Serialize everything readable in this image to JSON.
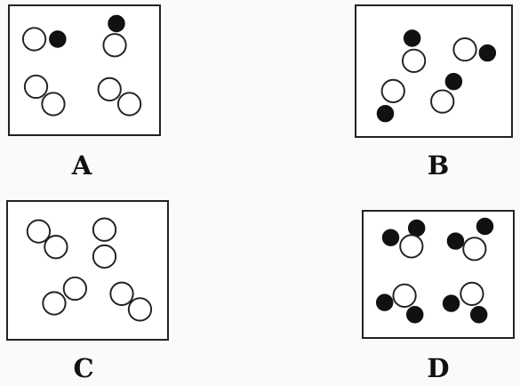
{
  "options": [
    {
      "id": "A",
      "label": "A"
    },
    {
      "id": "B",
      "label": "B"
    },
    {
      "id": "C",
      "label": "C"
    },
    {
      "id": "D",
      "label": "D"
    }
  ],
  "colors": {
    "filled_atom": "#111111",
    "open_atom": "#ffffff",
    "outline": "#222222"
  }
}
